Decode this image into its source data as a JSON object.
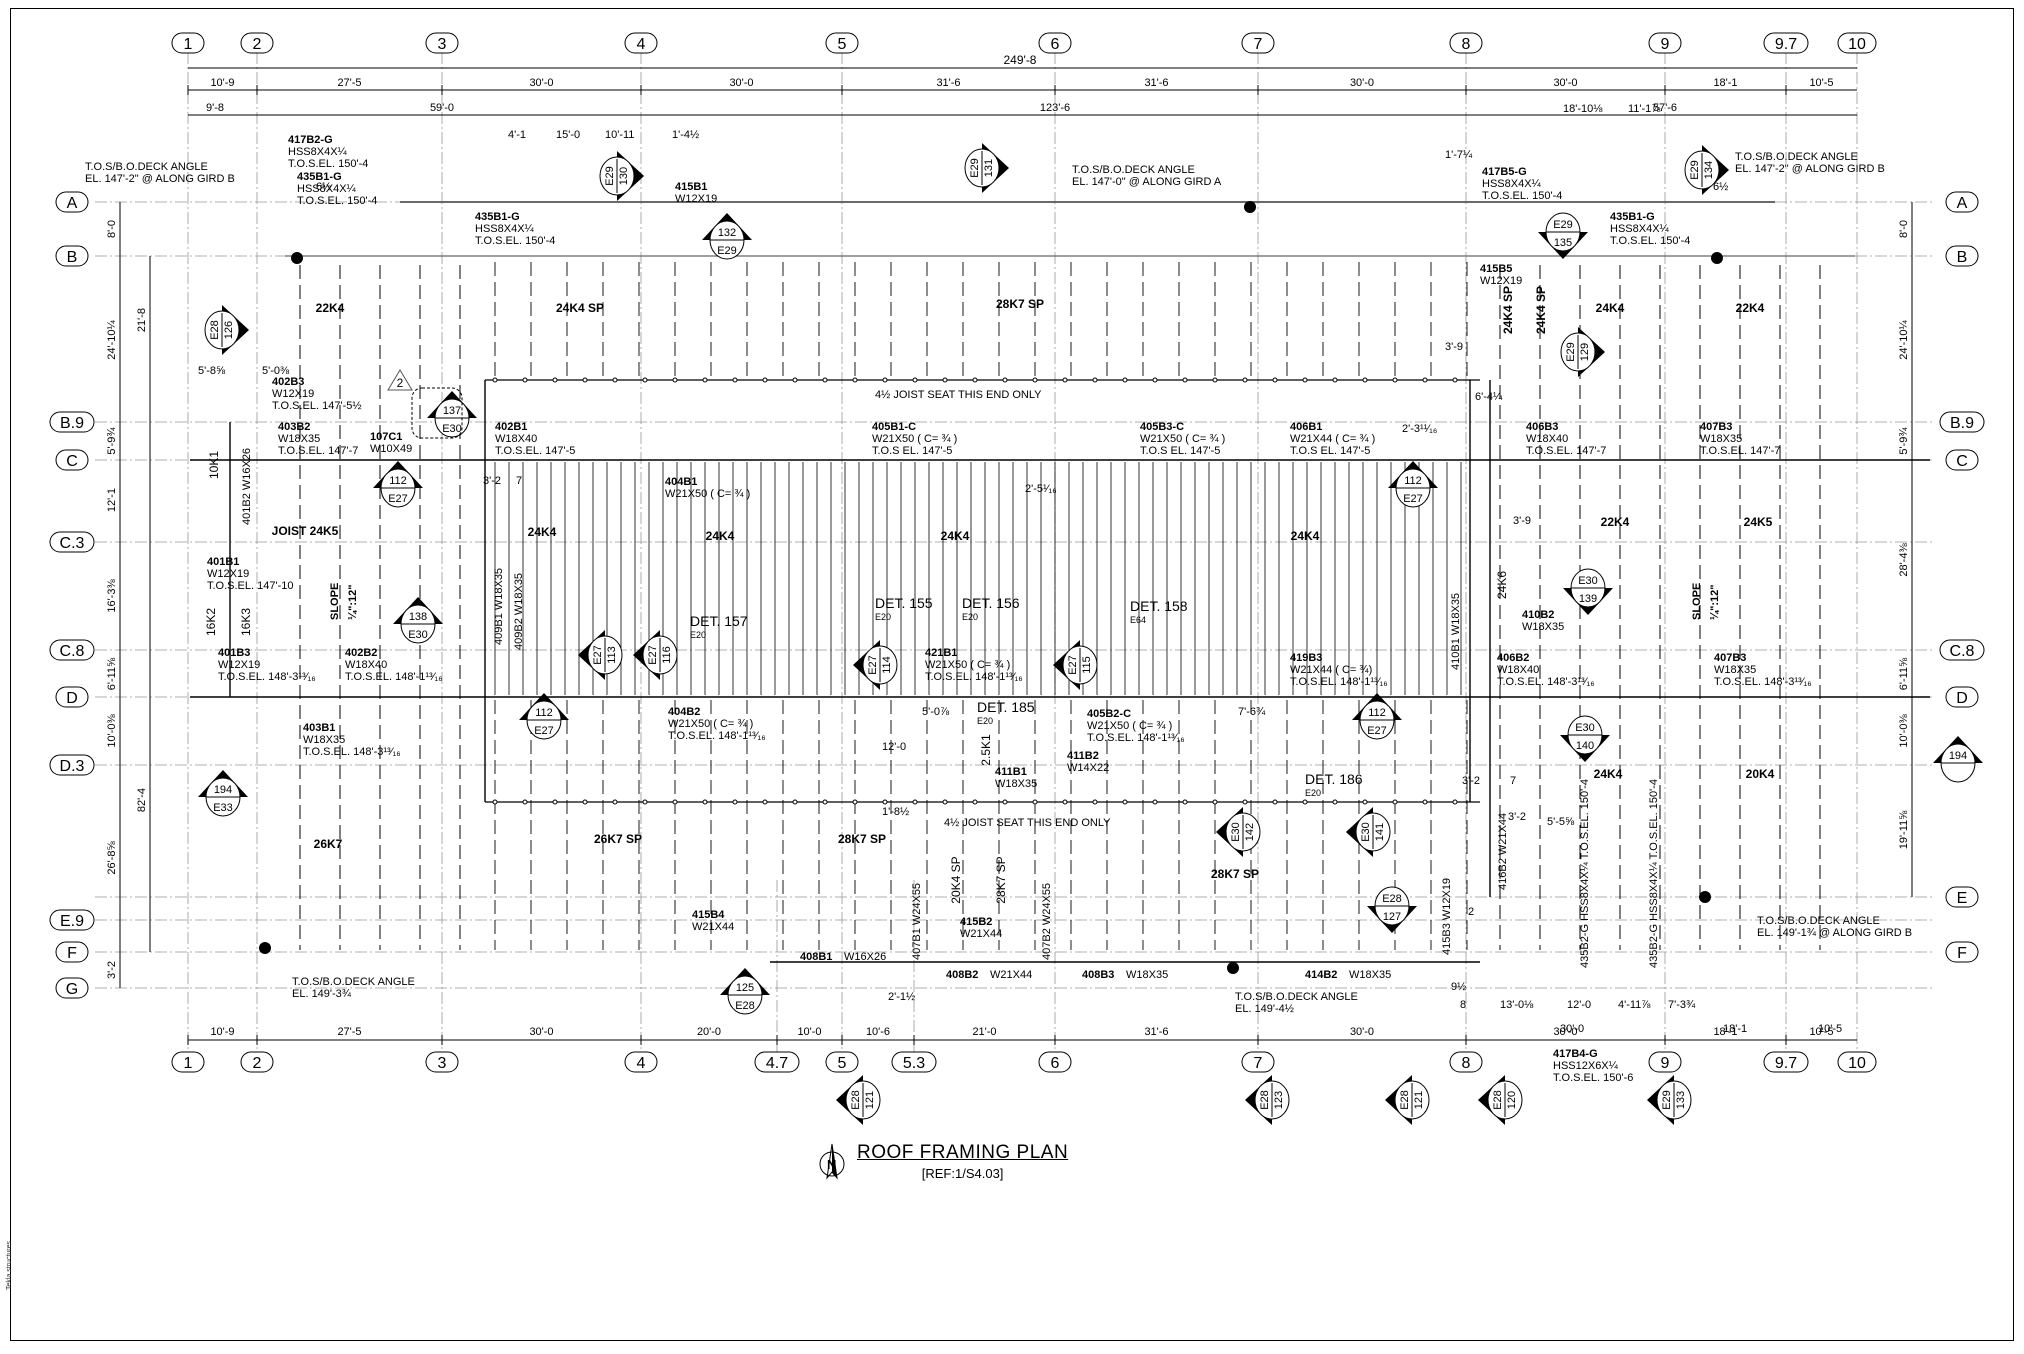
{
  "drawing": {
    "title": "ROOF FRAMING PLAN",
    "reference": "[REF:1/S4.03]",
    "vendor_mark": "Tekla structures",
    "north_icon": "north-arrow-icon"
  },
  "grid_columns": [
    {
      "id": "1"
    },
    {
      "id": "2"
    },
    {
      "id": "3"
    },
    {
      "id": "4"
    },
    {
      "id": "4.7",
      "bottom_only": true
    },
    {
      "id": "5"
    },
    {
      "id": "5.3",
      "bottom_only": true
    },
    {
      "id": "6"
    },
    {
      "id": "7"
    },
    {
      "id": "8"
    },
    {
      "id": "9"
    },
    {
      "id": "9.7"
    },
    {
      "id": "10"
    }
  ],
  "grid_rows": [
    {
      "id": "A",
      "both": true
    },
    {
      "id": "B",
      "both": true
    },
    {
      "id": "B.9",
      "both": true
    },
    {
      "id": "C",
      "both": true
    },
    {
      "id": "C.3"
    },
    {
      "id": "C.8",
      "both": true
    },
    {
      "id": "D",
      "both": true
    },
    {
      "id": "D.3"
    },
    {
      "id": "E",
      "right_only": true
    },
    {
      "id": "E.9"
    },
    {
      "id": "F",
      "both": true
    },
    {
      "id": "G"
    }
  ],
  "top_dimensions": {
    "overall": "249'-8",
    "bays": [
      "10'-9",
      "27'-5",
      "30'-0",
      "30'-0",
      "31'-6",
      "31'-6",
      "30'-0",
      "30'-0",
      "18'-1",
      "10'-5"
    ],
    "partials": [
      "9'-8",
      "59'-0",
      "123'-6",
      "57'-6"
    ]
  },
  "bottom_dimensions": [
    "10'-9",
    "27'-5",
    "30'-0",
    "20'-0",
    "10'-0",
    "10'-6",
    "21'-0",
    "31'-6",
    "30'-0",
    "30'-0",
    "18'-1",
    "10'-5"
  ],
  "left_dimensions": [
    "8'-0",
    "24'-10¼",
    "21'-8",
    "5'-9¾",
    "12'-1",
    "16'-3⅜",
    "6'-11⅝",
    "10'-0⅜",
    "26'-8⅝",
    "82'-4",
    "3'-2"
  ],
  "right_dimensions": [
    "8'-0",
    "24'-10¼",
    "5'-9¾",
    "28'-4⅜",
    "6'-11⅝",
    "10'-0⅜",
    "19'-11⅝"
  ],
  "members": [
    {
      "mark": "417B2-G",
      "size": "HSS8X4X¼",
      "elev": "T.O.S.EL. 150'-4"
    },
    {
      "mark": "435B1-G",
      "size": "HSS8X4X¼",
      "elev": "T.O.S.EL. 150'-4"
    },
    {
      "mark": "435B1-G",
      "size": "HSS8X4X¼",
      "elev": "T.O.S.EL. 150'-4"
    },
    {
      "mark": "415B1",
      "size": "W12X19",
      "elev": ""
    },
    {
      "mark": "417B5-G",
      "size": "HSS8X4X¼",
      "elev": "T.O.S.EL. 150'-4"
    },
    {
      "mark": "435B1-G",
      "size": "HSS8X4X¼",
      "elev": "T.O.S.EL. 150'-4"
    },
    {
      "mark": "415B5",
      "size": "W12X19",
      "elev": ""
    },
    {
      "mark": "402B3",
      "size": "W12X19",
      "elev": "T.O.S.EL. 147'-5½"
    },
    {
      "mark": "403B2",
      "size": "W18X35",
      "elev": "T.O.S.EL. 147'-7"
    },
    {
      "mark": "107C1",
      "size": "W10X49",
      "elev": ""
    },
    {
      "mark": "402B1",
      "size": "W18X40",
      "elev": "T.O.S.EL. 147'-5"
    },
    {
      "mark": "405B1-C",
      "size": "W21X50 ( C= ¾ )",
      "elev": "T.O.S EL. 147'-5"
    },
    {
      "mark": "405B3-C",
      "size": "W21X50 ( C= ¾ )",
      "elev": "T.O.S EL. 147'-5"
    },
    {
      "mark": "406B1",
      "size": "W21X44 ( C= ¾ )",
      "elev": "T.O.S EL. 147'-5"
    },
    {
      "mark": "406B3",
      "size": "W18X40",
      "elev": "T.O.S.EL. 147'-7"
    },
    {
      "mark": "407B3",
      "size": "W18X35",
      "elev": "T.O.S.EL. 147'-7"
    },
    {
      "mark": "404B1",
      "size": "W21X50 ( C= ¾ )",
      "elev": ""
    },
    {
      "mark": "401B1",
      "size": "W12X19",
      "elev": "T.O.S.EL. 147'-10"
    },
    {
      "mark": "410B2",
      "size": "W18X35",
      "elev": ""
    },
    {
      "mark": "401B3",
      "size": "W12X19",
      "elev": "T.O.S.EL. 148'-3¹³⁄₁₆"
    },
    {
      "mark": "402B2",
      "size": "W18X40",
      "elev": "T.O.S.EL. 148'-1¹³⁄₁₆"
    },
    {
      "mark": "421B1",
      "size": "W21X50 ( C= ¾ )",
      "elev": "T.O.S.EL. 148'-1¹³⁄₁₆"
    },
    {
      "mark": "419B3",
      "size": "W21X44 ( C= ¾)",
      "elev": "T.O.S.EL. 148'-1¹³⁄₁₆"
    },
    {
      "mark": "406B2",
      "size": "W18X40",
      "elev": "T.O.S.EL. 148'-3¹³⁄₁₆"
    },
    {
      "mark": "407B3",
      "size": "W18X35",
      "elev": "T.O.S.EL. 148'-3¹³⁄₁₆"
    },
    {
      "mark": "403B1",
      "size": "W18X35",
      "elev": "T.O.S.EL. 148'-3¹³⁄₁₆"
    },
    {
      "mark": "404B2",
      "size": "W21X50 ( C= ¾ )",
      "elev": "T.O.S.EL. 148'-1¹³⁄₁₆"
    },
    {
      "mark": "405B2-C",
      "size": "W21X50 ( C= ¾ )",
      "elev": "T.O.S.EL. 148'-1¹³⁄₁₆"
    },
    {
      "mark": "411B2",
      "size": "W14X22",
      "elev": ""
    },
    {
      "mark": "411B1",
      "size": "W18X35",
      "elev": ""
    },
    {
      "mark": "415B4",
      "size": "W21X44",
      "elev": ""
    },
    {
      "mark": "415B2",
      "size": "W21X44",
      "elev": ""
    },
    {
      "mark": "417B4-G",
      "size": "HSS12X6X¼",
      "elev": "T.O.S.EL. 150'-6"
    }
  ],
  "inline_members": [
    {
      "mark": "408B1",
      "size": "W16X26"
    },
    {
      "mark": "408B2",
      "size": "W21X44"
    },
    {
      "mark": "408B3",
      "size": "W18X35"
    },
    {
      "mark": "414B2",
      "size": "W18X35"
    }
  ],
  "vertical_members": [
    {
      "mark": "401B2",
      "size": "W16X26"
    },
    {
      "mark": "409B1",
      "size": "W18X35"
    },
    {
      "mark": "409B2",
      "size": "W18X35"
    },
    {
      "mark": "410B1",
      "size": "W18X35"
    },
    {
      "mark": "407B1",
      "size": "W24X55"
    },
    {
      "mark": "407B2",
      "size": "W24X55"
    },
    {
      "mark": "416B2",
      "size": "W21X44"
    },
    {
      "mark": "415B3",
      "size": "W12X19"
    },
    {
      "mark": "435B2-G",
      "size": "HSS8X4X¼",
      "elev": "T.O.S.EL. 150'-4"
    },
    {
      "mark": "435B2-G",
      "size": "HSS8X4X¼",
      "elev": "T.O.S.EL. 150'-4"
    }
  ],
  "joists": [
    "22K4",
    "24K4 SP",
    "28K7 SP",
    "24K4 SP",
    "24K4 SP",
    "24K4",
    "22K4",
    "JOIST 24K5",
    "24K4",
    "24K4",
    "24K4",
    "24K4",
    "22K4",
    "24K5",
    "26K7",
    "26K7 SP",
    "28K7 SP",
    "28K7 SP",
    "24K4",
    "20K4",
    "10K1",
    "16K2",
    "16K3",
    "24K6",
    "20K4 SP",
    "28K7 SP",
    "2.5K1"
  ],
  "notes": [
    {
      "l1": "T.O.S/B.O.DECK ANGLE",
      "l2": "EL. 147'-2\" @ ALONG GIRD B"
    },
    {
      "l1": "T.O.S/B.O.DECK ANGLE",
      "l2": "EL. 147'-0\" @ ALONG GIRD A"
    },
    {
      "l1": "T.O.S/B.O.DECK ANGLE",
      "l2": "EL. 147'-2\" @ ALONG GIRD B"
    },
    {
      "l1": "T.O.S/B.O.DECK ANGLE",
      "l2": "EL. 149'-1¾ @ ALONG GIRD B"
    },
    {
      "l1": "T.O.S/B.O.DECK ANGLE",
      "l2": "EL. 149'-3¾"
    },
    {
      "l1": "T.O.S/B.O.DECK ANGLE",
      "l2": "EL. 149'-4½"
    }
  ],
  "seat_notes": [
    "4½ JOIST SEAT THIS END ONLY",
    "4½ JOIST SEAT THIS END ONLY"
  ],
  "slope_notes": [
    {
      "label": "SLOPE",
      "value": "¼\":12\""
    },
    {
      "label": "SLOPE",
      "value": "¼\":12\""
    }
  ],
  "details": [
    {
      "det": "DET. 157",
      "sheet": "E20"
    },
    {
      "det": "DET. 155",
      "sheet": "E20"
    },
    {
      "det": "DET. 156",
      "sheet": "E20"
    },
    {
      "det": "DET. 158",
      "sheet": "E64"
    },
    {
      "det": "DET. 185",
      "sheet": "E20"
    },
    {
      "det": "DET. 186",
      "sheet": "E20"
    }
  ],
  "misc_dims": [
    "4'-1",
    "15'-0",
    "10'-11",
    "1'-4½",
    "6½",
    "18'-10⅛",
    "11'-1⅞",
    "1'-7¼",
    "6½",
    "3'-9",
    "6'-4¼",
    "5'-8⅝",
    "5'-0⅜",
    "3'-2",
    "7",
    "2'-5¹⁄₁₆",
    "2'-3¹¹⁄₁₆",
    "3'-9",
    "12'-0",
    "5'-0⅞",
    "1'-8½",
    "7'-6¾",
    "3'-2",
    "7",
    "3'-2",
    "5'-5⅝",
    "2'-1½",
    "9½",
    "2",
    "8",
    "13'-0⅛",
    "12'-0",
    "4'-11⅞",
    "7'-3¾",
    "30'-0",
    "18'-1",
    "10'-5"
  ],
  "section_markers": [
    {
      "num": "130",
      "sheet": "E29"
    },
    {
      "num": "131",
      "sheet": "E29"
    },
    {
      "num": "132",
      "sheet": "E29"
    },
    {
      "num": "134",
      "sheet": "E29"
    },
    {
      "num": "135",
      "sheet": "E29"
    },
    {
      "num": "126",
      "sheet": "E28"
    },
    {
      "num": "129",
      "sheet": "E29"
    },
    {
      "num": "137",
      "sheet": "E30"
    },
    {
      "num": "112",
      "sheet": "E27"
    },
    {
      "num": "112",
      "sheet": "E27"
    },
    {
      "num": "139",
      "sheet": "E30"
    },
    {
      "num": "138",
      "sheet": "E30"
    },
    {
      "num": "113",
      "sheet": "E27"
    },
    {
      "num": "116",
      "sheet": "E27"
    },
    {
      "num": "114",
      "sheet": "E27"
    },
    {
      "num": "115",
      "sheet": "E27"
    },
    {
      "num": "112",
      "sheet": "E27"
    },
    {
      "num": "112",
      "sheet": "E27"
    },
    {
      "num": "140",
      "sheet": "E30"
    },
    {
      "num": "194",
      "sheet": "E33"
    },
    {
      "num": "194",
      "sheet": ""
    },
    {
      "num": "142",
      "sheet": "E30"
    },
    {
      "num": "141",
      "sheet": "E30"
    },
    {
      "num": "127",
      "sheet": "E28"
    },
    {
      "num": "125",
      "sheet": "E28"
    },
    {
      "num": "121",
      "sheet": "E28"
    },
    {
      "num": "123",
      "sheet": "E28"
    },
    {
      "num": "121",
      "sheet": "E28"
    },
    {
      "num": "120",
      "sheet": "E28"
    },
    {
      "num": "133",
      "sheet": "E29"
    }
  ],
  "revision_tag": "2"
}
